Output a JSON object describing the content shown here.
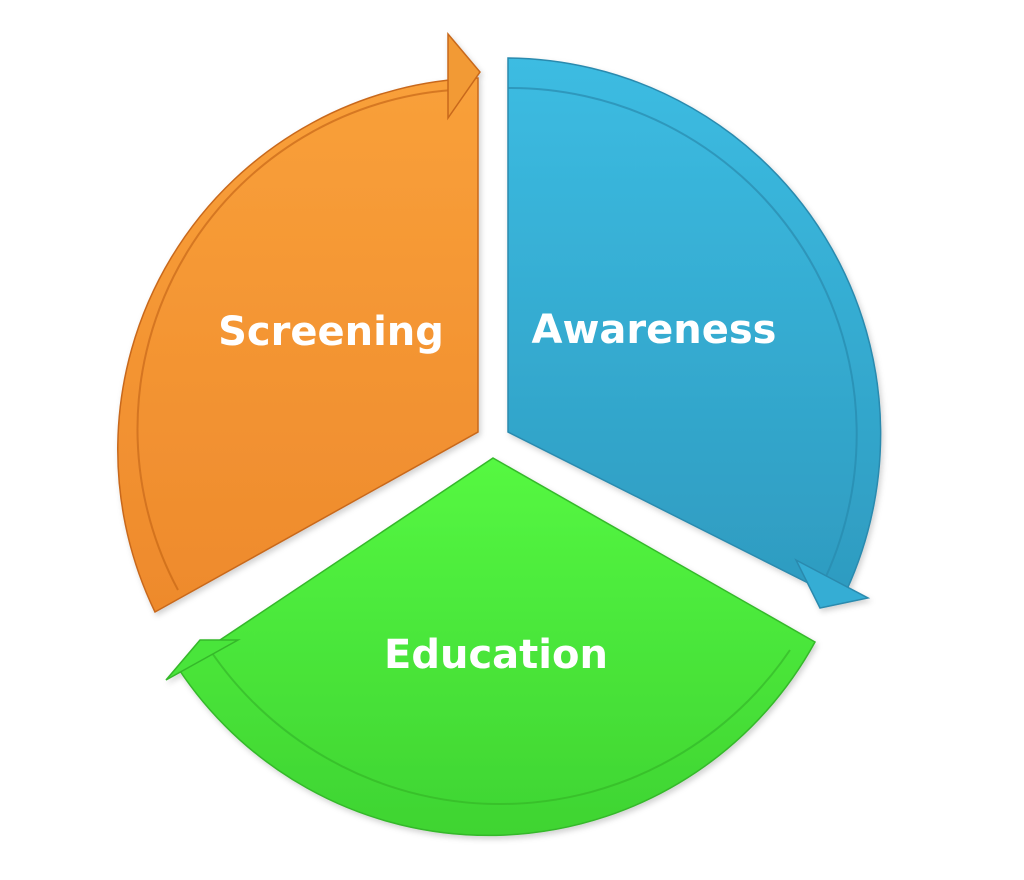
{
  "diagram": {
    "type": "cycle",
    "segments": [
      {
        "label": "Screening",
        "color": "#F2922F",
        "dark": "#C8681A",
        "light": "#F9A649"
      },
      {
        "label": "Awareness",
        "color": "#35ADD4",
        "dark": "#2A8AAE",
        "light": "#41C0E6"
      },
      {
        "label": "Education",
        "color": "#4AE53A",
        "dark": "#34B82A",
        "light": "#5DF84C"
      }
    ],
    "direction": "clockwise"
  }
}
